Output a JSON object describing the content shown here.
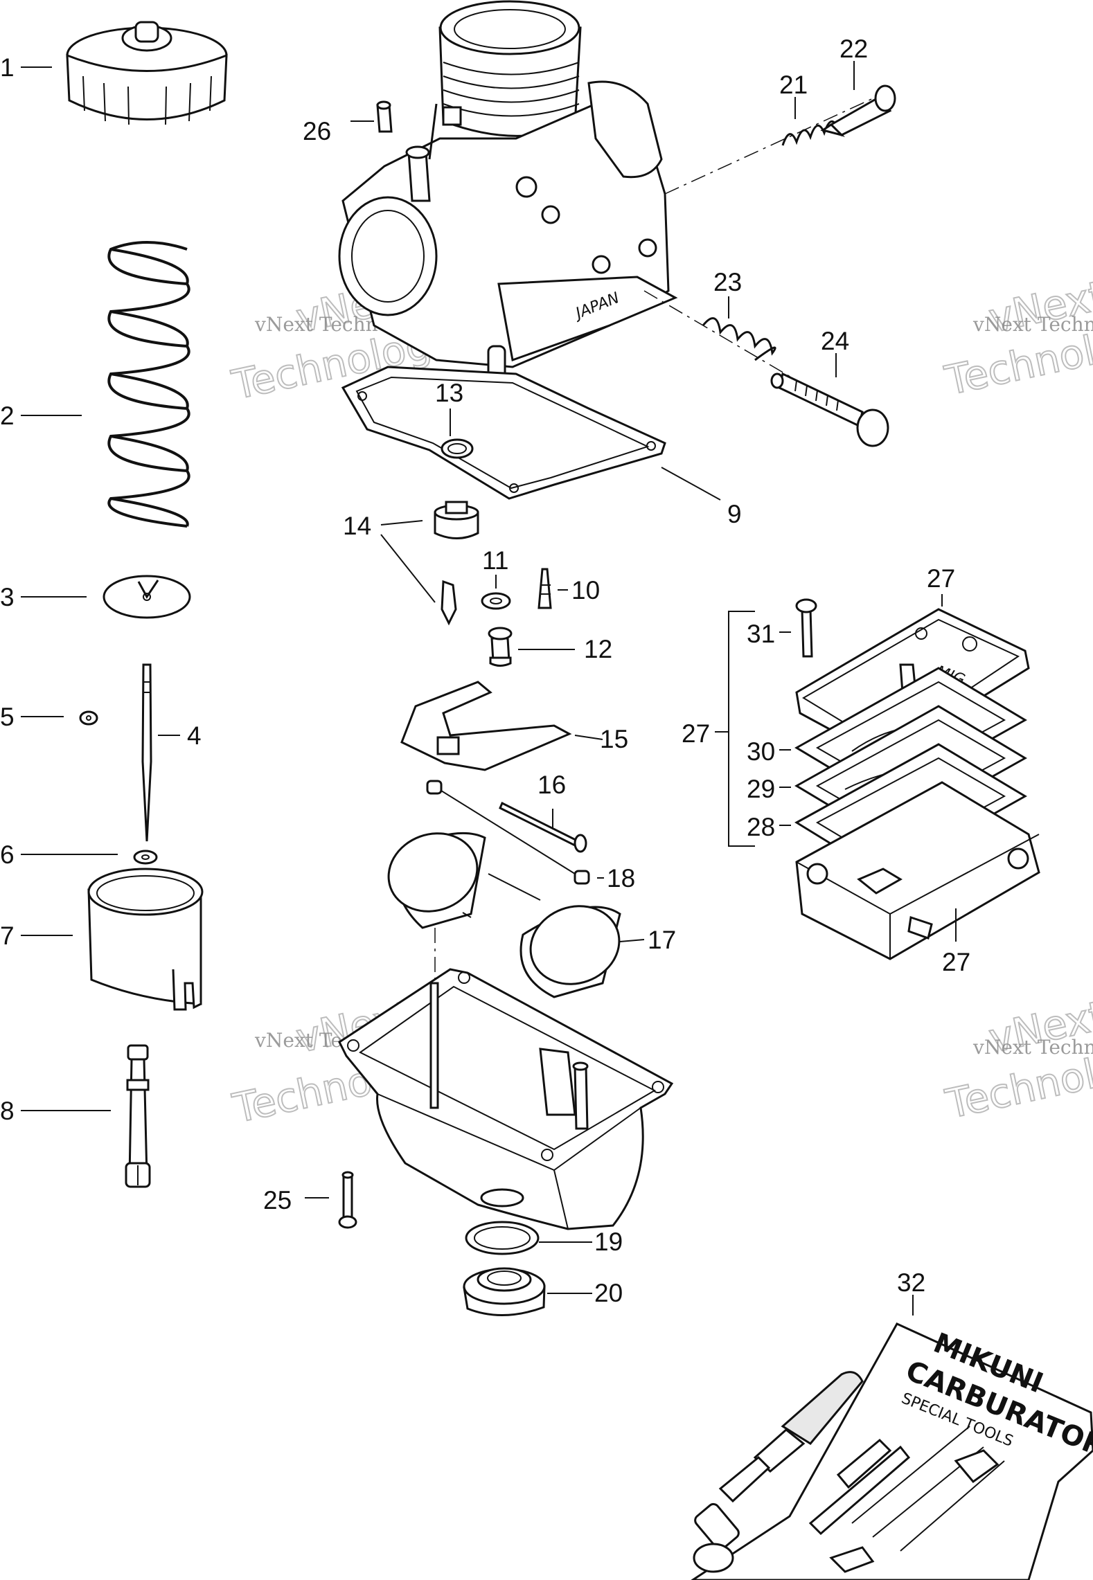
{
  "watermarks": [
    {
      "small": "vNext Technologies",
      "big_top": "vNext",
      "big_bottom": "Technologies"
    },
    {
      "small": "vNext Technologies",
      "big_top": "vNext",
      "big_bottom": "Technologies"
    },
    {
      "small": "vNext Technologies",
      "big_top": "vNext",
      "big_bottom": "Technologies"
    },
    {
      "small": "vNext Technologies",
      "big_top": "vNext",
      "big_bottom": "Technologies"
    }
  ],
  "callouts": {
    "c1": "1",
    "c2": "2",
    "c3": "3",
    "c4": "4",
    "c5": "5",
    "c6": "6",
    "c7": "7",
    "c8": "8",
    "c9": "9",
    "c10": "10",
    "c11": "11",
    "c12": "12",
    "c13": "13",
    "c14": "14",
    "c15": "15",
    "c16": "16",
    "c17": "17",
    "c18": "18",
    "c19": "19",
    "c20": "20",
    "c21": "21",
    "c22": "22",
    "c23": "23",
    "c24": "24",
    "c25": "25",
    "c26": "26",
    "c27a": "27",
    "c27b": "27",
    "c27c": "27",
    "c28": "28",
    "c29": "29",
    "c30": "30",
    "c31": "31",
    "c32": "32"
  },
  "carb_body_text": "JAPAN",
  "pump_cover_text": "MIG",
  "tool_kit_text": {
    "line1": "MIKUNI",
    "line2": "CARBURATOR",
    "line3": "SPECIAL TOOLS"
  }
}
